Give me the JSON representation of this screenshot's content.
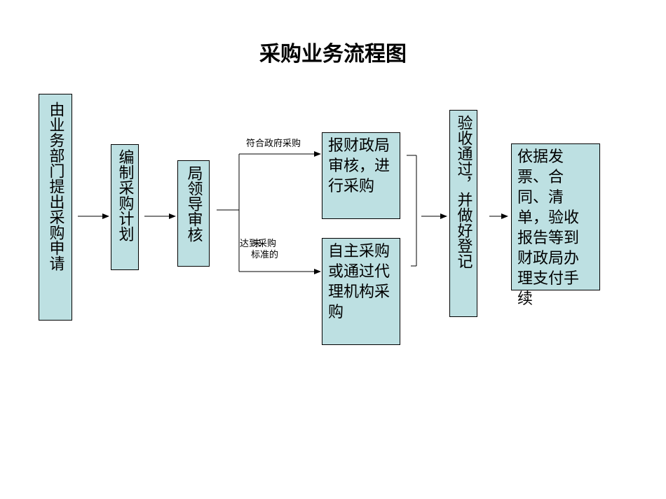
{
  "title": "采购业务流程图",
  "nodes": {
    "apply": "由业务部门提出采购申请",
    "plan": "编制采购计划",
    "review": "局领导审核",
    "finance_review": "报财政局审核，进行采购",
    "self_purchase": "自主采购或通过代理机构采购",
    "acceptance": "验收通过，并做好登记",
    "payment": "依据发票、合同、清单，验收报告等到财政局办理支付手续"
  },
  "edge_labels": {
    "meets_gov": "符合政府采购",
    "below_std_line1": "达到采购",
    "below_std_overlay": "未",
    "below_std_line2": "标准的"
  }
}
